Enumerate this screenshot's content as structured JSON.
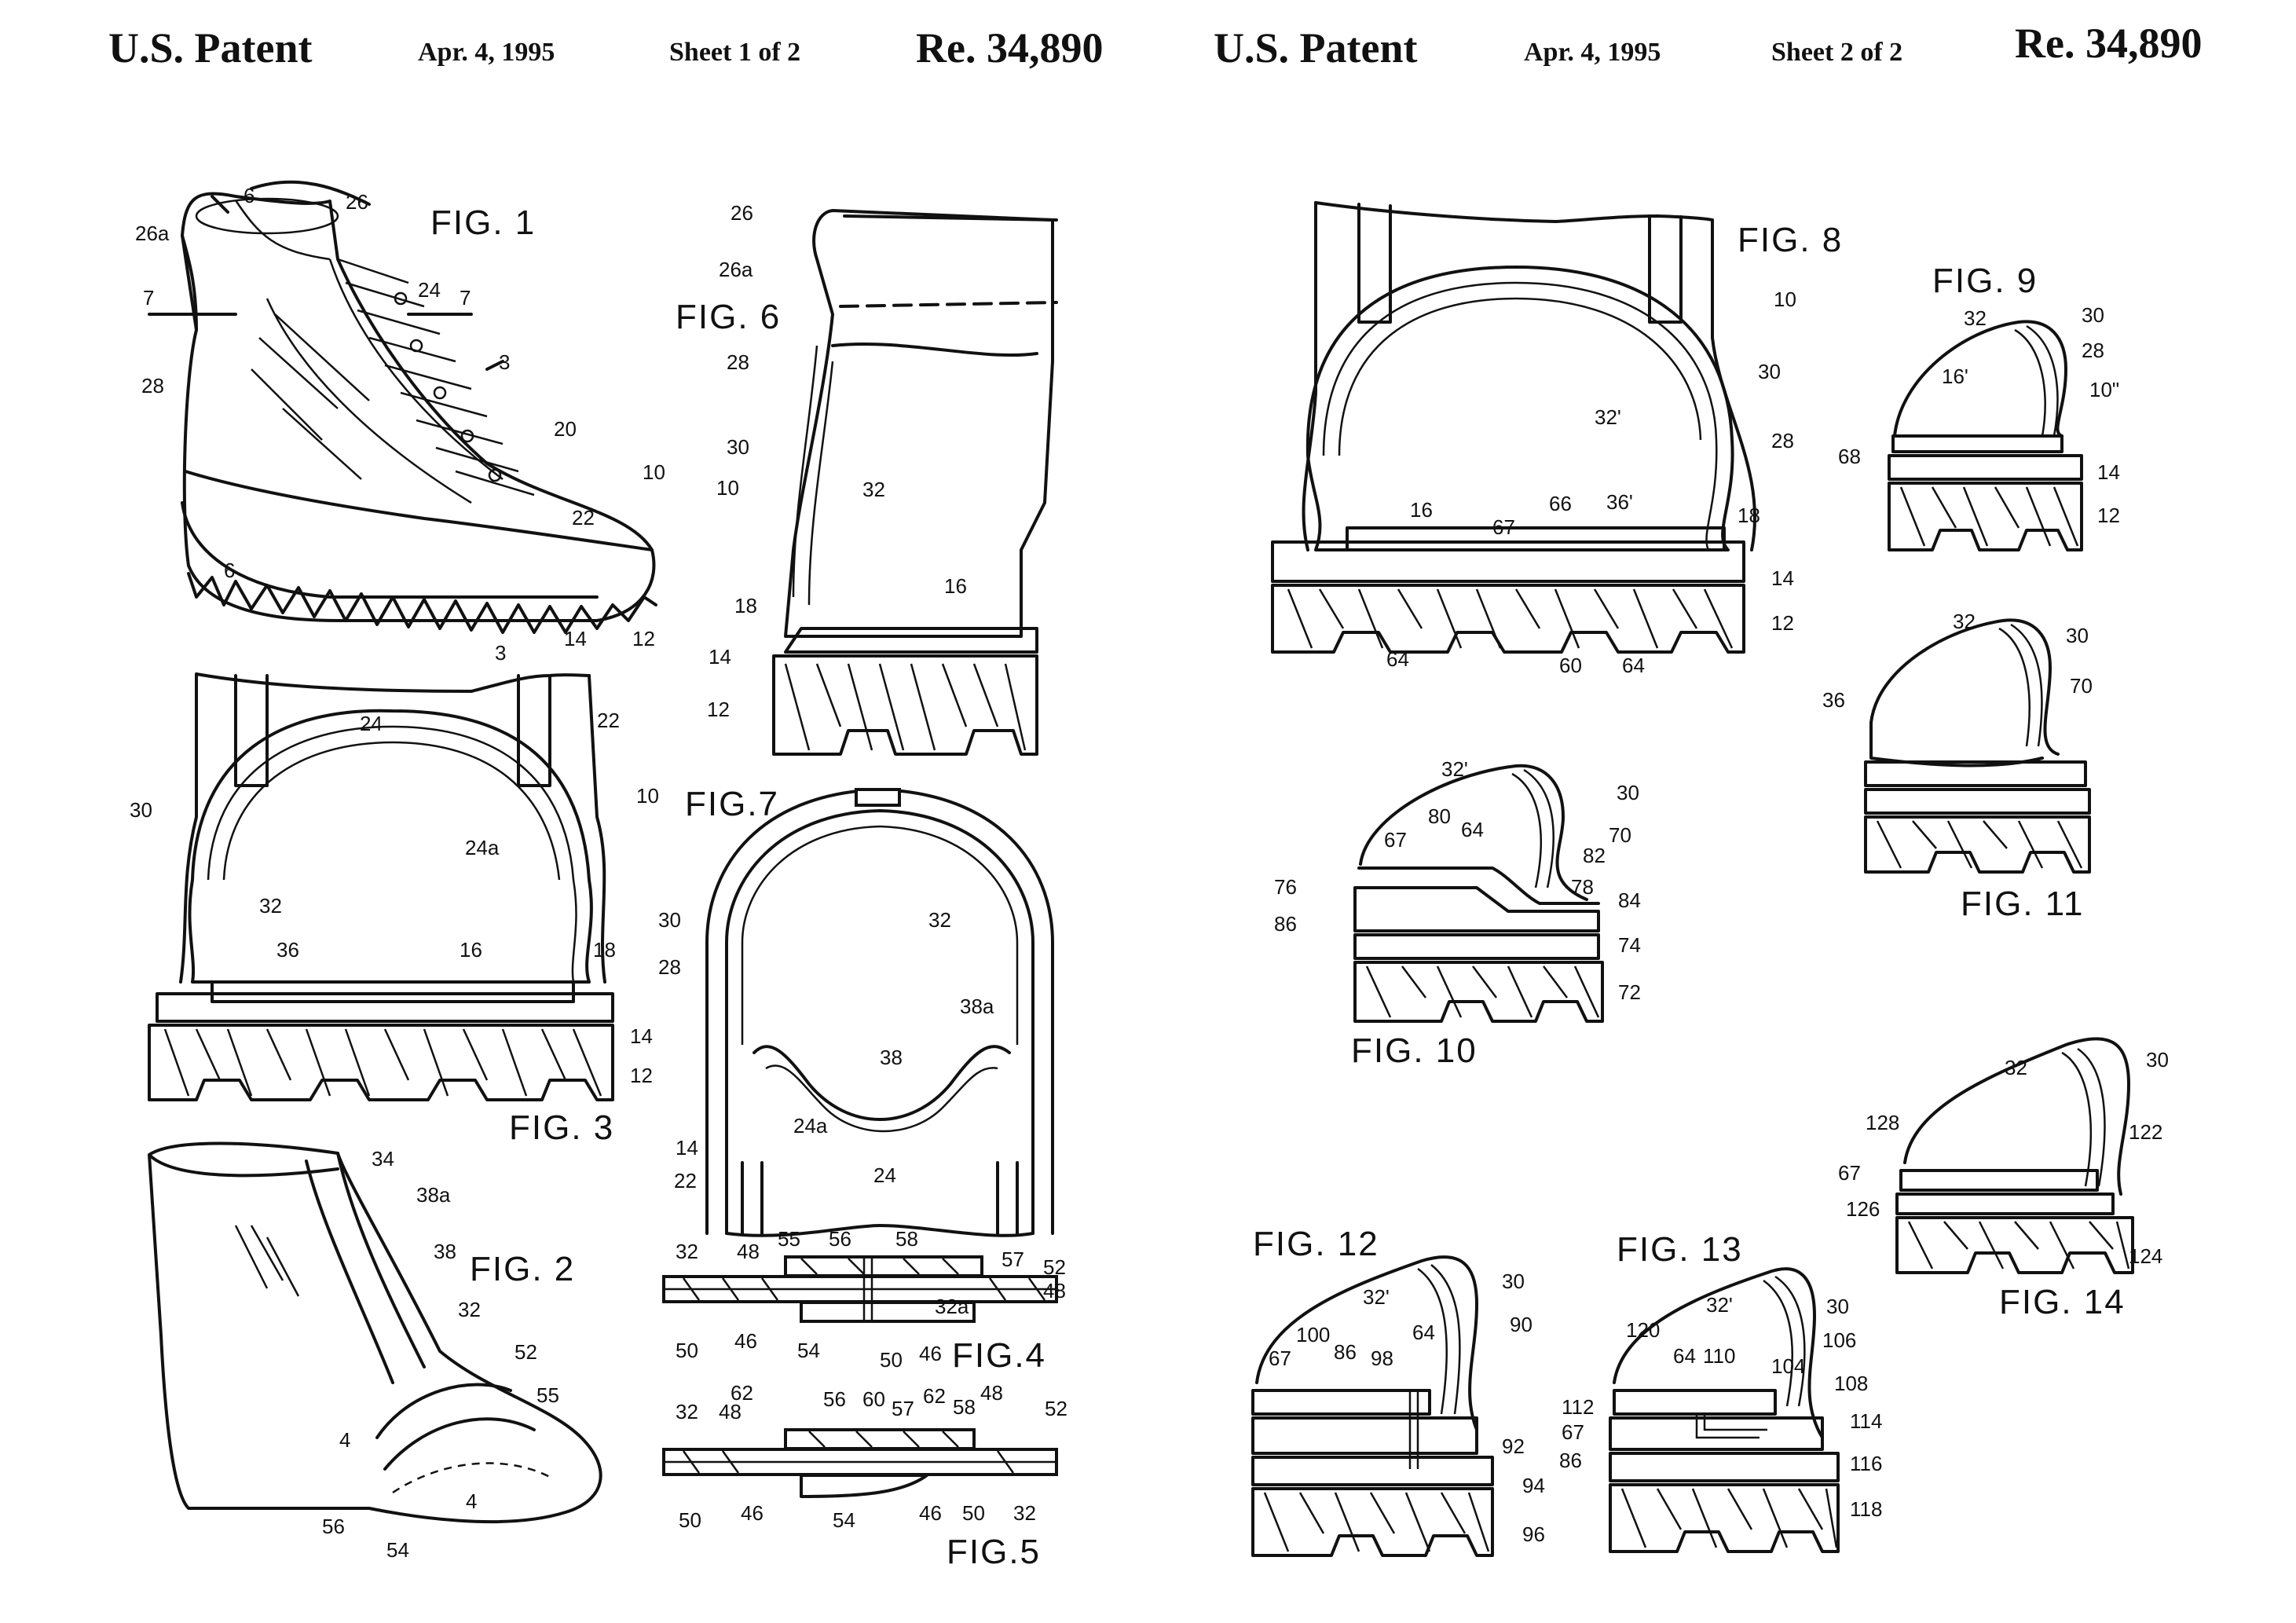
{
  "sheets": [
    {
      "title": "U.S. Patent",
      "date": "Apr. 4, 1995",
      "sheet": "Sheet 1 of 2",
      "number": "Re. 34,890"
    },
    {
      "title": "U.S. Patent",
      "date": "Apr. 4, 1995",
      "sheet": "Sheet 2 of 2",
      "number": "Re. 34,890"
    }
  ],
  "figures": {
    "fig1": "FIG. 1",
    "fig2": "FIG. 2",
    "fig3": "FIG. 3",
    "fig4": "FIG.4",
    "fig5": "FIG.5",
    "fig6": "FIG. 6",
    "fig7": "FIG.7",
    "fig8": "FIG. 8",
    "fig9": "FIG. 9",
    "fig10": "FIG. 10",
    "fig11": "FIG. 11",
    "fig12": "FIG. 12",
    "fig13": "FIG. 13",
    "fig14": "FIG. 14"
  },
  "refs": {
    "fig1": [
      "6",
      "26",
      "26a",
      "7",
      "7",
      "24",
      "3",
      "28",
      "20",
      "10",
      "22",
      "6",
      "3",
      "14",
      "12"
    ],
    "fig6": [
      "26",
      "26a",
      "28",
      "30",
      "10",
      "32",
      "16",
      "18",
      "14",
      "12"
    ],
    "fig3": [
      "24",
      "22",
      "30",
      "10",
      "24a",
      "32",
      "36",
      "16",
      "18",
      "14",
      "12"
    ],
    "fig7": [
      "30",
      "28",
      "32",
      "38a",
      "38",
      "24a",
      "24",
      "14",
      "22"
    ],
    "fig2": [
      "34",
      "38a",
      "38",
      "32",
      "52",
      "55",
      "4",
      "4",
      "56",
      "54"
    ],
    "fig4": [
      "32",
      "48",
      "55",
      "56",
      "58",
      "57",
      "52",
      "32a",
      "48",
      "50",
      "46",
      "54",
      "50",
      "46"
    ],
    "fig5": [
      "62",
      "56",
      "60",
      "57",
      "62",
      "58",
      "48",
      "52",
      "32",
      "48",
      "50",
      "46",
      "54",
      "46",
      "50",
      "32"
    ],
    "fig8": [
      "10",
      "30",
      "32'",
      "28",
      "16",
      "67",
      "66",
      "36'",
      "18",
      "14",
      "12",
      "64",
      "60",
      "64"
    ],
    "fig9": [
      "32",
      "30",
      "28",
      "16'",
      "10\"",
      "68",
      "14",
      "12"
    ],
    "fig11": [
      "32",
      "30",
      "36",
      "70"
    ],
    "fig10": [
      "32'",
      "30",
      "80",
      "64",
      "70",
      "67",
      "82",
      "76",
      "78",
      "84",
      "86",
      "74",
      "72"
    ],
    "fig14": [
      "32",
      "30",
      "128",
      "122",
      "67",
      "126",
      "124"
    ],
    "fig12": [
      "30",
      "32'",
      "90",
      "64",
      "100",
      "67",
      "86",
      "98",
      "92",
      "94",
      "96"
    ],
    "fig13": [
      "32'",
      "30",
      "106",
      "120",
      "64",
      "110",
      "104",
      "108",
      "112",
      "67",
      "114",
      "86",
      "116",
      "118"
    ]
  }
}
